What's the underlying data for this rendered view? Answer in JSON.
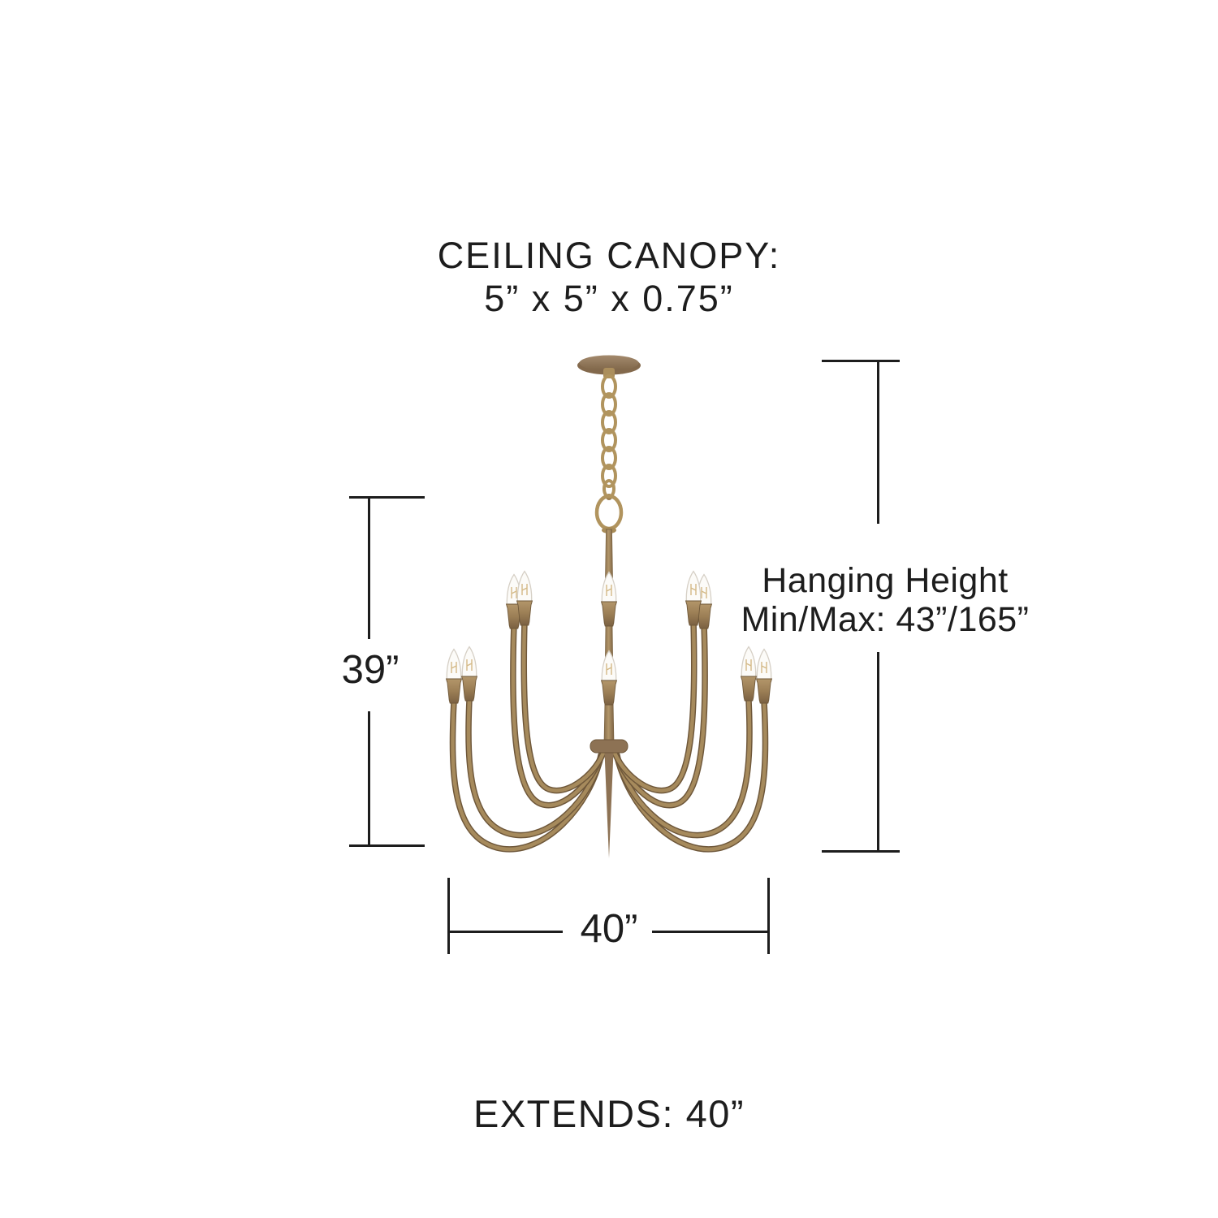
{
  "title": {
    "line1": "CEILING CANOPY:",
    "line2": "5” x 5” x 0.75”"
  },
  "dims": {
    "body_height": "39”",
    "width": "40”",
    "hanging_line1": "Hanging Height",
    "hanging_line2": "Min/Max: 43”/165”",
    "extends": "EXTENDS: 40”"
  },
  "illustration": {
    "subject": "two-tier candle chandelier with ceiling canopy and chain",
    "visible_bulbs": 10
  },
  "colors": {
    "text": "#1d1d1d",
    "dimension_line": "#1d1d1d",
    "brass": "#a68a5c",
    "brass_dark": "#6e573a",
    "brass_mid": "#8d7254",
    "brass_light": "#c2a778",
    "canopy": "#94795c",
    "bulb": "#fcfbf8",
    "background": "#ffffff"
  }
}
